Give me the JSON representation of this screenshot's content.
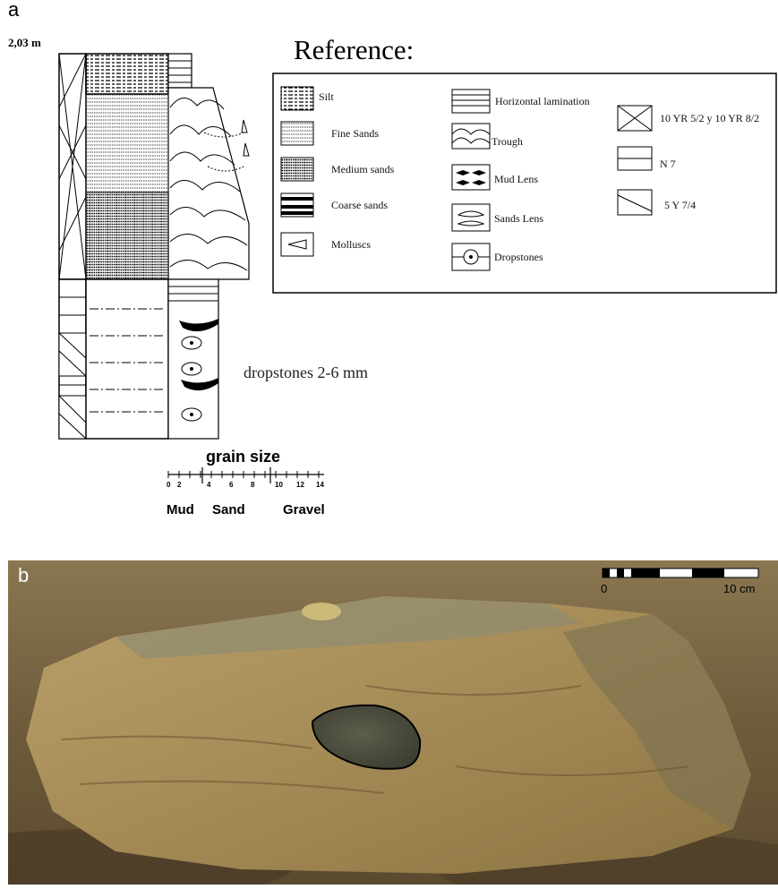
{
  "panel_a": {
    "label": "a",
    "height_marker": "2,03 m",
    "reference_title": "Reference:",
    "legend_col1": [
      "Silt",
      "Fine Sands",
      "Medium sands",
      "Coarse sands",
      "Molluscs"
    ],
    "legend_col2": [
      "Horizontal lamination",
      "Trough",
      "Mud Lens",
      "Sands Lens",
      "Dropstones"
    ],
    "legend_col3": [
      "10 YR 5/2 y 10 YR 8/2",
      "N 7",
      "5 Y 7/4"
    ],
    "dropstones_note": "dropstones 2-6 mm",
    "grain_size": {
      "title": "grain size",
      "ticks": [
        "0",
        "2",
        "4",
        "6",
        "8",
        "10",
        "12",
        "14"
      ],
      "classes": [
        "Mud",
        "Sand",
        "Gravel"
      ]
    }
  },
  "panel_b": {
    "label": "b",
    "scale_start": "0",
    "scale_end": "10 cm"
  }
}
